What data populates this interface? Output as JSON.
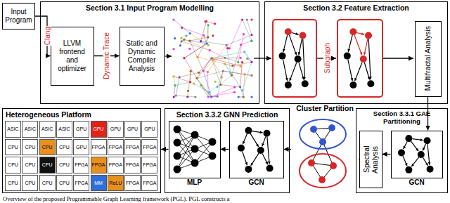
{
  "diagram": {
    "caption": "Overview of the proposed Programmable Graph Learning framework (PGL). PGL constructs a",
    "nodes": [
      {
        "text": [
          "Input Program"
        ]
      },
      {
        "text": [
          "Section 3.1 Input Program Modelling"
        ]
      },
      {
        "text": [
          "LLVM frontend and optimizer"
        ],
        "in": 1
      },
      {
        "text": [
          "Static and Dynamic Compiler Analysis"
        ],
        "in": 1
      },
      {
        "text": [
          "Section 3.2 Feature Extraction"
        ]
      },
      {
        "text": [
          "Multifractal Analysis"
        ],
        "in": 4
      },
      {
        "text": [
          "Heterogeneous Platform"
        ]
      },
      {
        "text": [
          "Section 3.3.2 GNN Prediction"
        ]
      },
      {
        "text": [
          "MLP"
        ],
        "in": 7
      },
      {
        "text": [
          "GCN"
        ],
        "in": 7
      },
      {
        "text": [
          "Cluster Partition"
        ]
      },
      {
        "text": [
          "Section 3.3.1 GAE Partitioning"
        ]
      },
      {
        "text": [
          "Spectral Analysis"
        ],
        "in": 11
      },
      {
        "text": [
          "GCN"
        ],
        "in": 11
      }
    ],
    "edges": [
      {
        "from": 0,
        "to": 2,
        "arrow": "to",
        "label": "Clang"
      },
      {
        "from": 2,
        "to": 3,
        "arrow": "to",
        "label": "Dynamic Trace"
      },
      {
        "from": 5,
        "to": 13,
        "arrow": "to"
      },
      {
        "from": 13,
        "to": 12,
        "arrow": "to"
      },
      {
        "from": 12,
        "to": 10,
        "arrow": "to"
      },
      {
        "from": 10,
        "to": 9,
        "arrow": "to"
      },
      {
        "from": 9,
        "to": 8,
        "arrow": "to"
      },
      {
        "from": 8,
        "to": 6,
        "arrow": "to"
      }
    ],
    "labels": [
      "Subgraph",
      "ASIC",
      "ASIC",
      "ASIC",
      "ASIC",
      "GPU",
      "GPU",
      "GPU",
      "GPU",
      "GPU",
      "CPU",
      "CPU",
      "CPU",
      "CPU",
      "GPU",
      "FPGA",
      "FPGA",
      "FPGA",
      "FPGA",
      "CPU",
      "CPU",
      "CPU",
      "CPU",
      "FPGA",
      "FPGA",
      "FPGA",
      "FPGA",
      "FPGA",
      "CPU",
      "CPU",
      "CPU",
      "CPU",
      "FPGA",
      "MM",
      "ReLU",
      "FPGA",
      "FPGA"
    ]
  }
}
